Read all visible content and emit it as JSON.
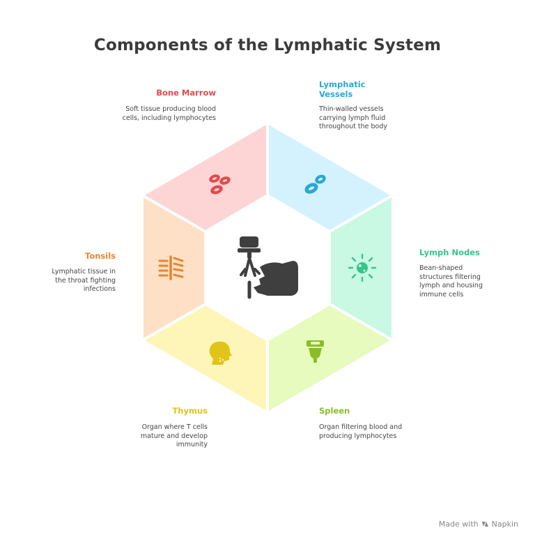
{
  "title": "Components of the Lymphatic System",
  "segments": [
    {
      "key": "bone-marrow",
      "label": "Bone Marrow",
      "description": "Soft tissue producing blood cells, including lymphocytes",
      "color": "#e14b4b",
      "fill": "#fdd5d4",
      "icon": "red-blood-cells-icon"
    },
    {
      "key": "lymphatic-vessels",
      "label": "Lymphatic Vessels",
      "description": "Thin-walled vessels carrying lymph fluid throughout the body",
      "color": "#2aa8d4",
      "fill": "#d4f2fd",
      "icon": "blood-cell-icon"
    },
    {
      "key": "lymph-nodes",
      "label": "Lymph Nodes",
      "description": "Bean-shaped structures filtering lymph and housing immune cells",
      "color": "#37c48a",
      "fill": "#c9f8e3",
      "icon": "immune-cell-icon"
    },
    {
      "key": "spleen",
      "label": "Spleen",
      "description": "Organ filtering blood and producing lymphocytes",
      "color": "#8bbd24",
      "fill": "#e6fbbd",
      "icon": "filter-organ-icon"
    },
    {
      "key": "thymus",
      "label": "Thymus",
      "description": "Organ where T cells mature and develop immunity",
      "color": "#e0c419",
      "fill": "#fef6b9",
      "icon": "head-profile-icon"
    },
    {
      "key": "tonsils",
      "label": "Tonsils",
      "description": "Lymphatic tissue in the throat fighting infections",
      "color": "#e8842e",
      "fill": "#fde0c6",
      "icon": "throat-tissue-icon"
    }
  ],
  "center_icon": "hand-holding-lymph-node-icon",
  "footer": {
    "text": "Made with",
    "brand": "Napkin"
  }
}
